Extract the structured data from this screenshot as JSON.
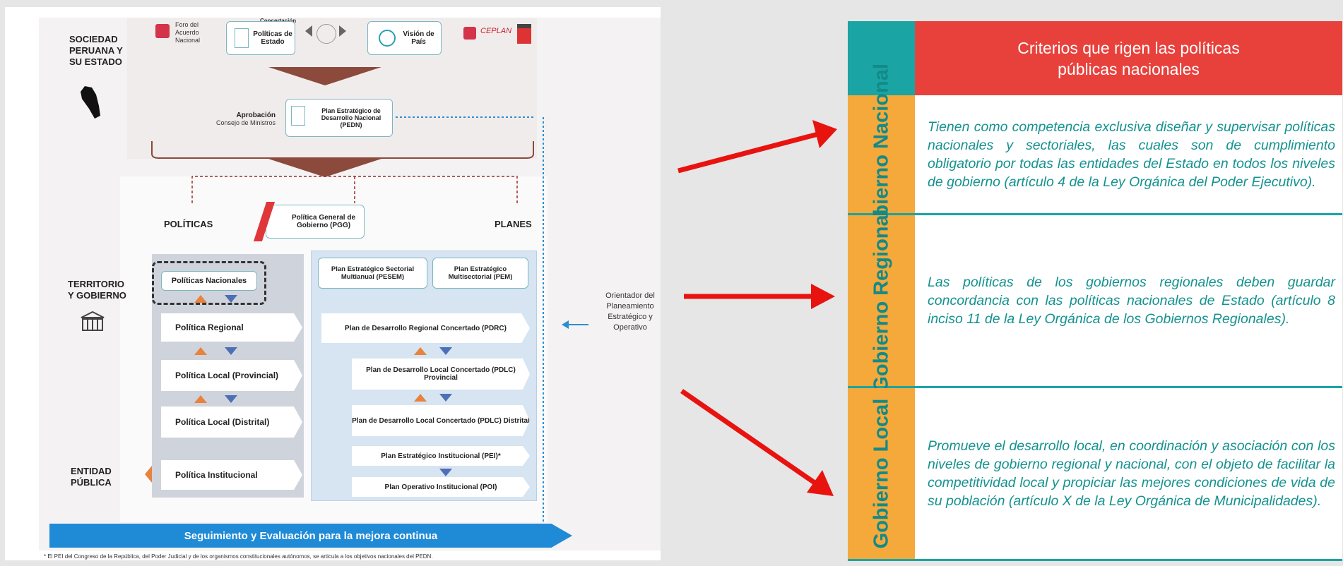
{
  "left_diagram": {
    "levels": {
      "society": "SOCIEDAD PERUANA Y SU ESTADO",
      "territory": "TERRITORIO Y GOBIERNO",
      "entity": "ENTIDAD PÚBLICA"
    },
    "top": {
      "foro": "Foro del Acuerdo Nacional",
      "concertacion": "Concertación",
      "politicas_estado": "Políticas de Estado",
      "vision_pais": "Visión de País",
      "ceplan": "CEPLAN",
      "aprobacion_title": "Aprobación",
      "aprobacion_sub": "Consejo de Ministros",
      "pedn": "Plan Estratégico de Desarrollo Nacional (PEDN)"
    },
    "pgg": "Política General de Gobierno (PGG)",
    "politicas_header": "POLÍTICAS",
    "planes_header": "PLANES",
    "politicas_nacionales": "Políticas Nacionales",
    "policy_items": [
      "Política Regional",
      "Política Local (Provincial)",
      "Política Local (Distrital)",
      "Política Institucional"
    ],
    "pesem": "Plan Estratégico Sectorial Multianual (PESEM)",
    "pem": "Plan Estratégico Multisectorial (PEM)",
    "plan_items": [
      "Plan de Desarrollo Regional Concertado (PDRC)",
      "Plan de Desarrollo Local Concertado (PDLC) Provincial",
      "Plan de Desarrollo Local Concertado (PDLC) Distrital",
      "Plan Estratégico Institucional (PEI)*",
      "Plan Operativo Institucional (POI)"
    ],
    "orientador": "Orientador del Planeamiento Estratégico y Operativo",
    "seguimiento": "Seguimiento y Evaluación para la mejora continua",
    "footnote": "* El PEI del Congreso de la República, del Poder Judicial y de los organismos constitucionales autónomos, se articula a los objetivos nacionales del PEDN."
  },
  "table": {
    "header": "Criterios que rigen las políticas públicas nacionales",
    "rows": [
      {
        "label": "Gobierno Nacional",
        "text": "Tienen como competencia exclusiva diseñar y supervisar políticas nacionales y sectoriales, las cuales son de cumplimiento obligatorio por todas las entidades del Estado en todos los niveles de gobierno (artículo 4 de la Ley Orgánica del Poder Ejecutivo)."
      },
      {
        "label": "Gobierno Regional",
        "text": "Las políticas de los gobiernos regionales deben guardar concordancia con las políticas nacionales de Estado (artículo 8 inciso 11 de la Ley Orgánica de los Gobiernos Regionales)."
      },
      {
        "label": "Gobierno Local",
        "text": "Promueve el desarrollo local, en coordinación y asociación con los niveles de gobierno regional y nacional, con el objeto de facilitar la competitividad local y propiciar las mejores condiciones de vida de su población (artículo X de la Ley Orgánica de Municipalidades)."
      }
    ]
  },
  "colors": {
    "header_red": "#e8413c",
    "teal": "#1aa4a4",
    "label_orange": "#f5a93a",
    "text_teal": "#14928f",
    "arrow_red": "#e8130f",
    "bar_blue": "#1f8ad6"
  }
}
